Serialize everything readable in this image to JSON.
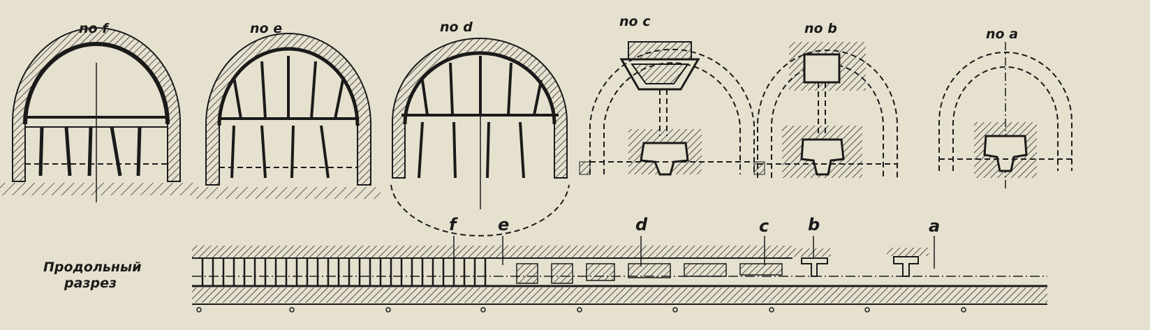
{
  "sections": [
    {
      "id": "f",
      "label": "no f"
    },
    {
      "id": "e",
      "label": "no e"
    },
    {
      "id": "d",
      "label": "no d"
    },
    {
      "id": "c",
      "label": "no c"
    },
    {
      "id": "b",
      "label": "no b"
    },
    {
      "id": "a",
      "label": "no a"
    }
  ],
  "profile": {
    "caption_line1": "Продольный",
    "caption_line2": "разрез",
    "letters": [
      "f",
      "e",
      "d",
      "c",
      "b",
      "a"
    ]
  },
  "colors": {
    "paper": "#e6e0cf",
    "ink": "#1a1a1a",
    "hatch": "#2a2a2a"
  }
}
